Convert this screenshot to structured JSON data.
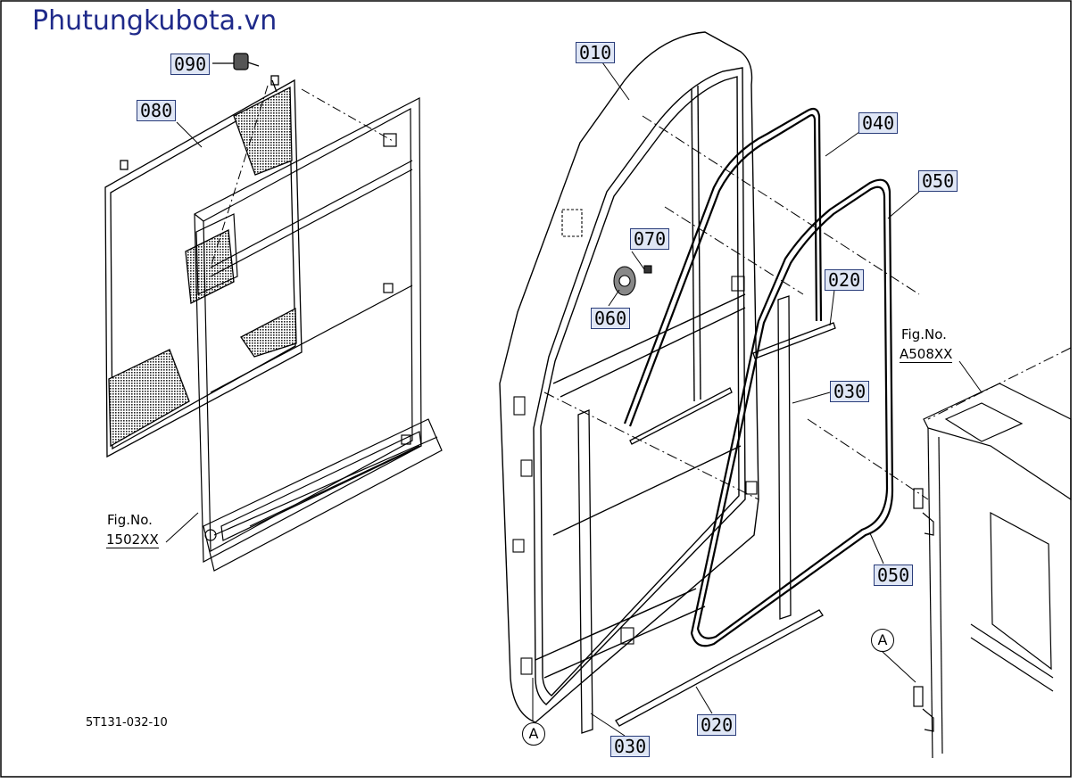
{
  "brand": {
    "text": "Phutungkubota.vn",
    "color": "#1f2a8a"
  },
  "callouts": {
    "c090": "090",
    "c080": "080",
    "c010": "010",
    "c040": "040",
    "c050_top": "050",
    "c070": "070",
    "c060": "060",
    "c020_mid": "020",
    "c030_mid": "030",
    "c050_bottom": "050",
    "c020_bottom": "020",
    "c030_bottom": "030"
  },
  "references": {
    "fig_left_line1": "Fig.No.",
    "fig_left_line2": "1502XX",
    "fig_right_line1": "Fig.No.",
    "fig_right_line2": "A508XX"
  },
  "markers": {
    "a_right": "A",
    "a_bottom": "A"
  },
  "drawing_number": "5T131-032-10",
  "colors": {
    "callout_fill": "#dfe6f5",
    "callout_border": "#2a3d7a",
    "line": "#000000"
  }
}
